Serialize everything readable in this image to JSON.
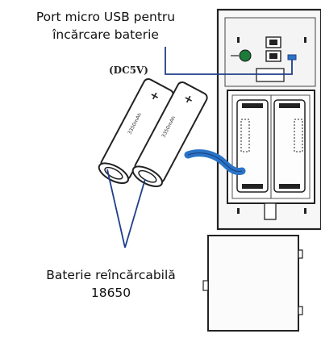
{
  "labels": {
    "port_line1": "Port micro USB pentru",
    "port_line2": "încărcare baterie",
    "voltage": "(DC5V)",
    "battery_line1": "Baterie reîncărcabilă",
    "battery_line2": "18650"
  },
  "colors": {
    "callout_line": "#1f3f8a",
    "cable": "#2b73c6",
    "status_led": "#1e7a3a",
    "ink": "#222222"
  }
}
